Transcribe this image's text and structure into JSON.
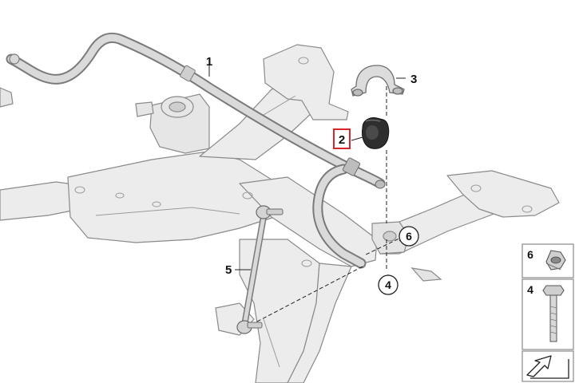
{
  "callouts": {
    "stabilizer_bar": "1",
    "rubber_mount": "2",
    "bracket": "3",
    "link": "5"
  },
  "circled_callouts": {
    "bolt": "4",
    "nut": "6"
  },
  "legend": {
    "nut": "6",
    "bolt": "4"
  },
  "colors": {
    "part_outline": "#7d7d7d",
    "frame_fill": "#e9e9e9",
    "bar_fill": "#d6d6d6",
    "rubber_fill": "#2e2e2e",
    "highlight_box": "#d9262b",
    "leader_line": "#222222",
    "legend_border": "#8a8a8a"
  },
  "icons": [
    "nut-icon",
    "bolt-icon",
    "arrow-icon"
  ]
}
